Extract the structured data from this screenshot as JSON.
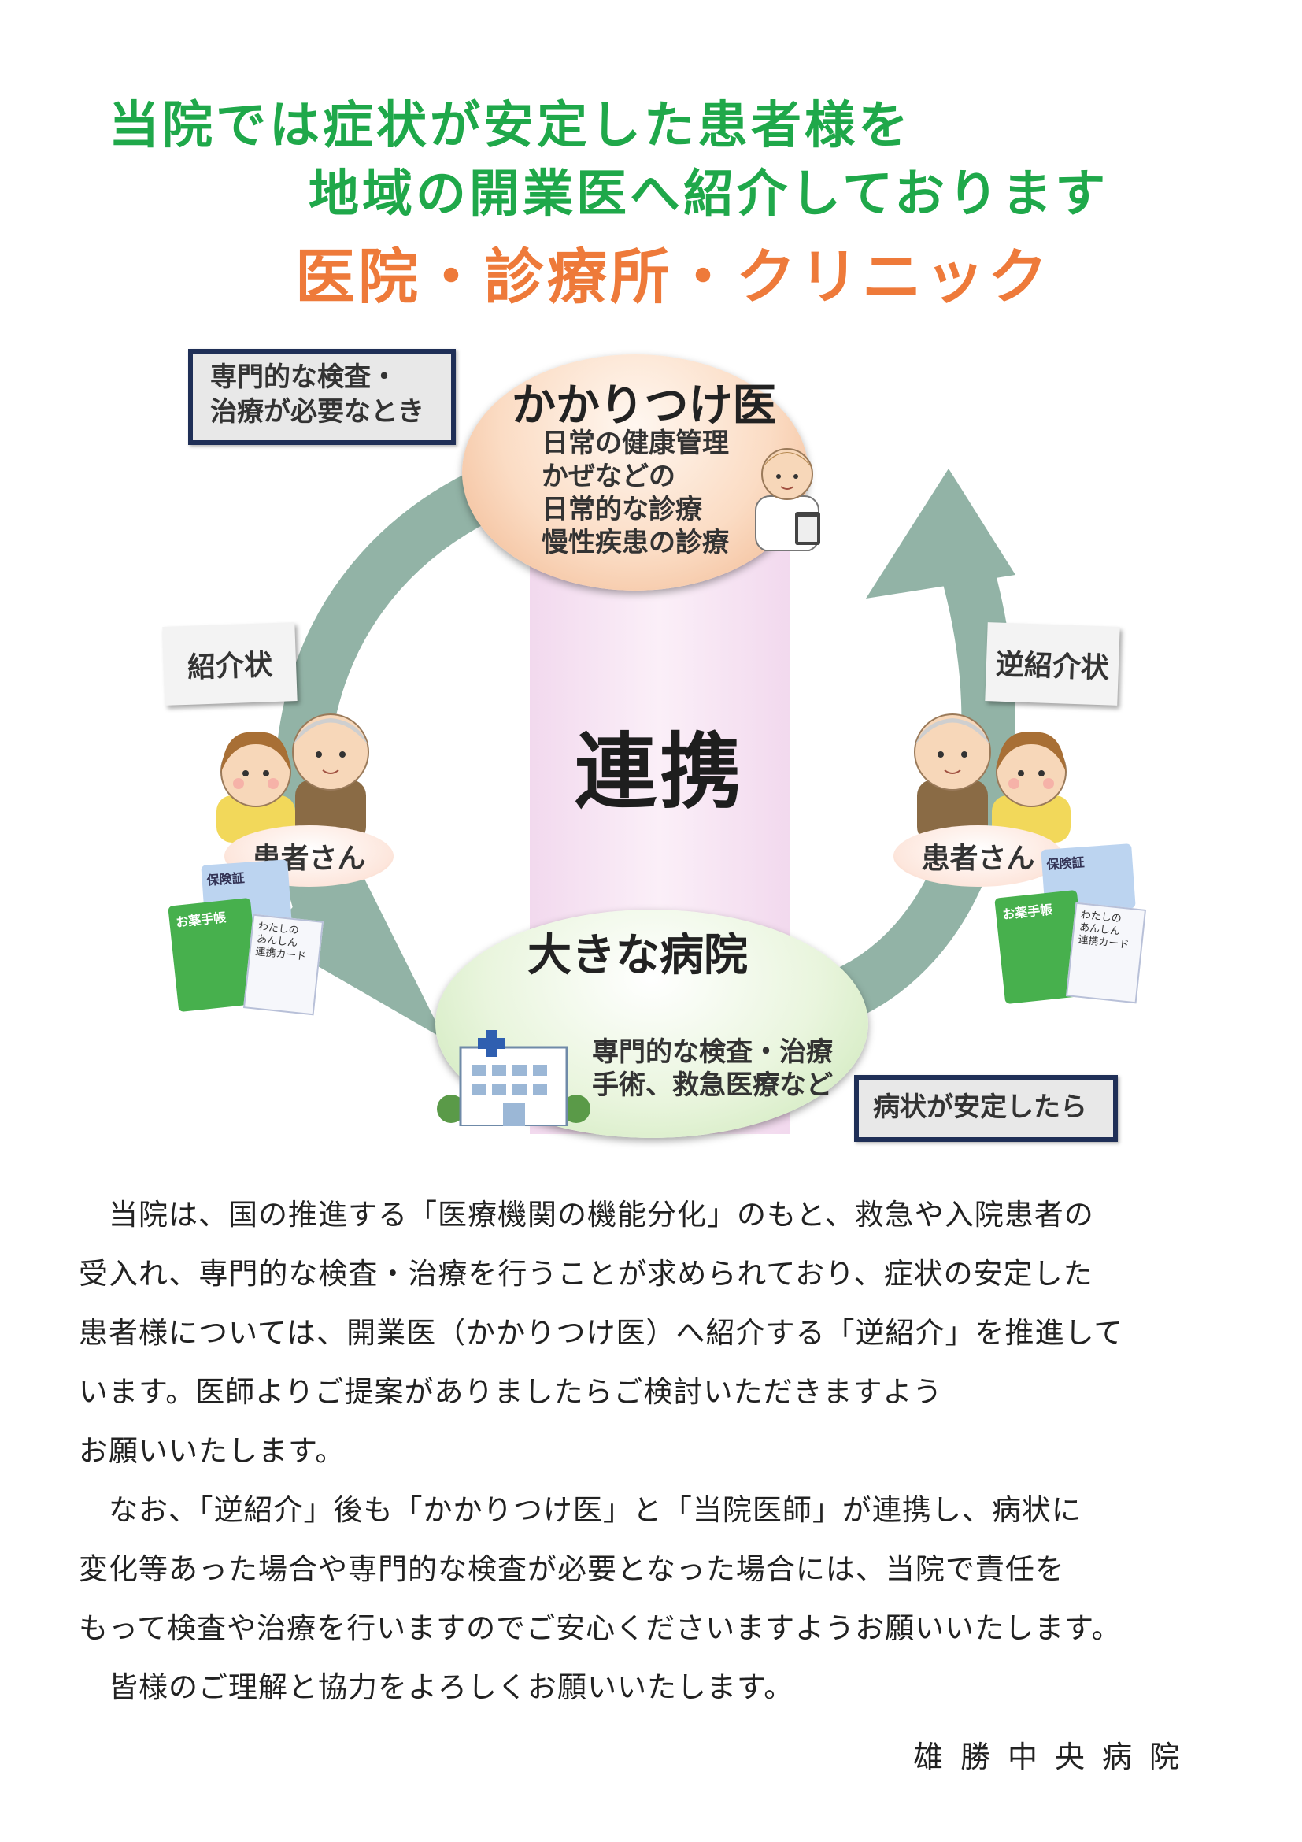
{
  "heading": {
    "line1": "当院では症状が安定した患者様を",
    "line2": "地域の開業医へ紹介しております",
    "line3": "医院・診療所・クリニック"
  },
  "diagram": {
    "top_left_label": [
      "専門的な検査・",
      "治療が必要なとき"
    ],
    "family_doctor": {
      "title": "かかりつけ医",
      "lines": [
        "日常の健康管理",
        "かぜなどの",
        "日常的な診療",
        "慢性疾患の診療"
      ]
    },
    "center_word": "連携",
    "referral_letter": "紹介状",
    "reverse_referral_letter": "逆紹介状",
    "patient_left": "患者さん",
    "patient_right": "患者さん",
    "card_labels": {
      "insurance": "保険証",
      "medicine_book": "お薬手帳",
      "anshin_card": [
        "わたしの",
        "あんしん",
        "連携カード"
      ]
    },
    "big_hospital": {
      "title": "大きな病院",
      "lines": [
        "専門的な検査・治療",
        "手術、救急医療など"
      ]
    },
    "bottom_right_label": "病状が安定したら",
    "colors": {
      "arrow": "#92b3a6",
      "head_green": "#1fa84a",
      "head_orange": "#ee7a3a",
      "label_border": "#1f2f57"
    }
  },
  "body": {
    "paragraph1": [
      "　当院は、国の推進する「医療機関の機能分化」のもと、救急や入院患者の",
      "受入れ、専門的な検査・治療を行うことが求められており、症状の安定した",
      "患者様については、開業医（かかりつけ医）へ紹介する「逆紹介」を推進して",
      "います。医師よりご提案がありましたらご検討いただきますよう",
      "お願いいたします。"
    ],
    "paragraph2": [
      "　なお、「逆紹介」後も「かかりつけ医」と「当院医師」が連携し、病状に",
      "変化等あった場合や専門的な検査が必要となった場合には、当院で責任を",
      "もって検査や治療を行いますのでご安心くださいますようお願いいたします。"
    ],
    "paragraph3": "　皆様のご理解と協力をよろしくお願いいたします。"
  },
  "signature": "雄勝中央病院"
}
